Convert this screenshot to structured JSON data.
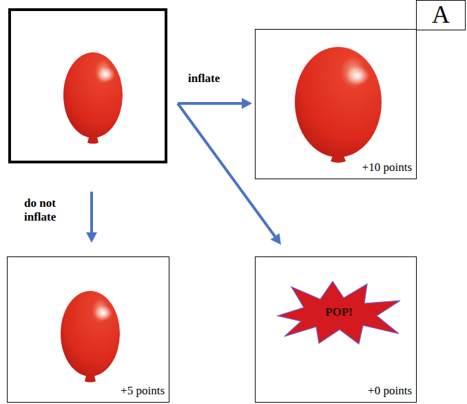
{
  "diagram": {
    "nodes": [
      {
        "text": []
      },
      {
        "text": [
          "+10 points"
        ]
      },
      {
        "text": [
          "A"
        ]
      },
      {
        "text": [
          "+5 points"
        ]
      },
      {
        "text": [
          "+0 points"
        ]
      },
      {
        "text": [
          "POP!"
        ],
        "in": 4
      }
    ],
    "edges": [
      {
        "from": 0,
        "to": 1,
        "arrow": "to",
        "label": "inflate"
      },
      {
        "from": 0,
        "to": 3,
        "arrow": "to",
        "label": "do not inflate"
      },
      {
        "from": 0,
        "to": 4,
        "arrow": "to"
      }
    ]
  }
}
